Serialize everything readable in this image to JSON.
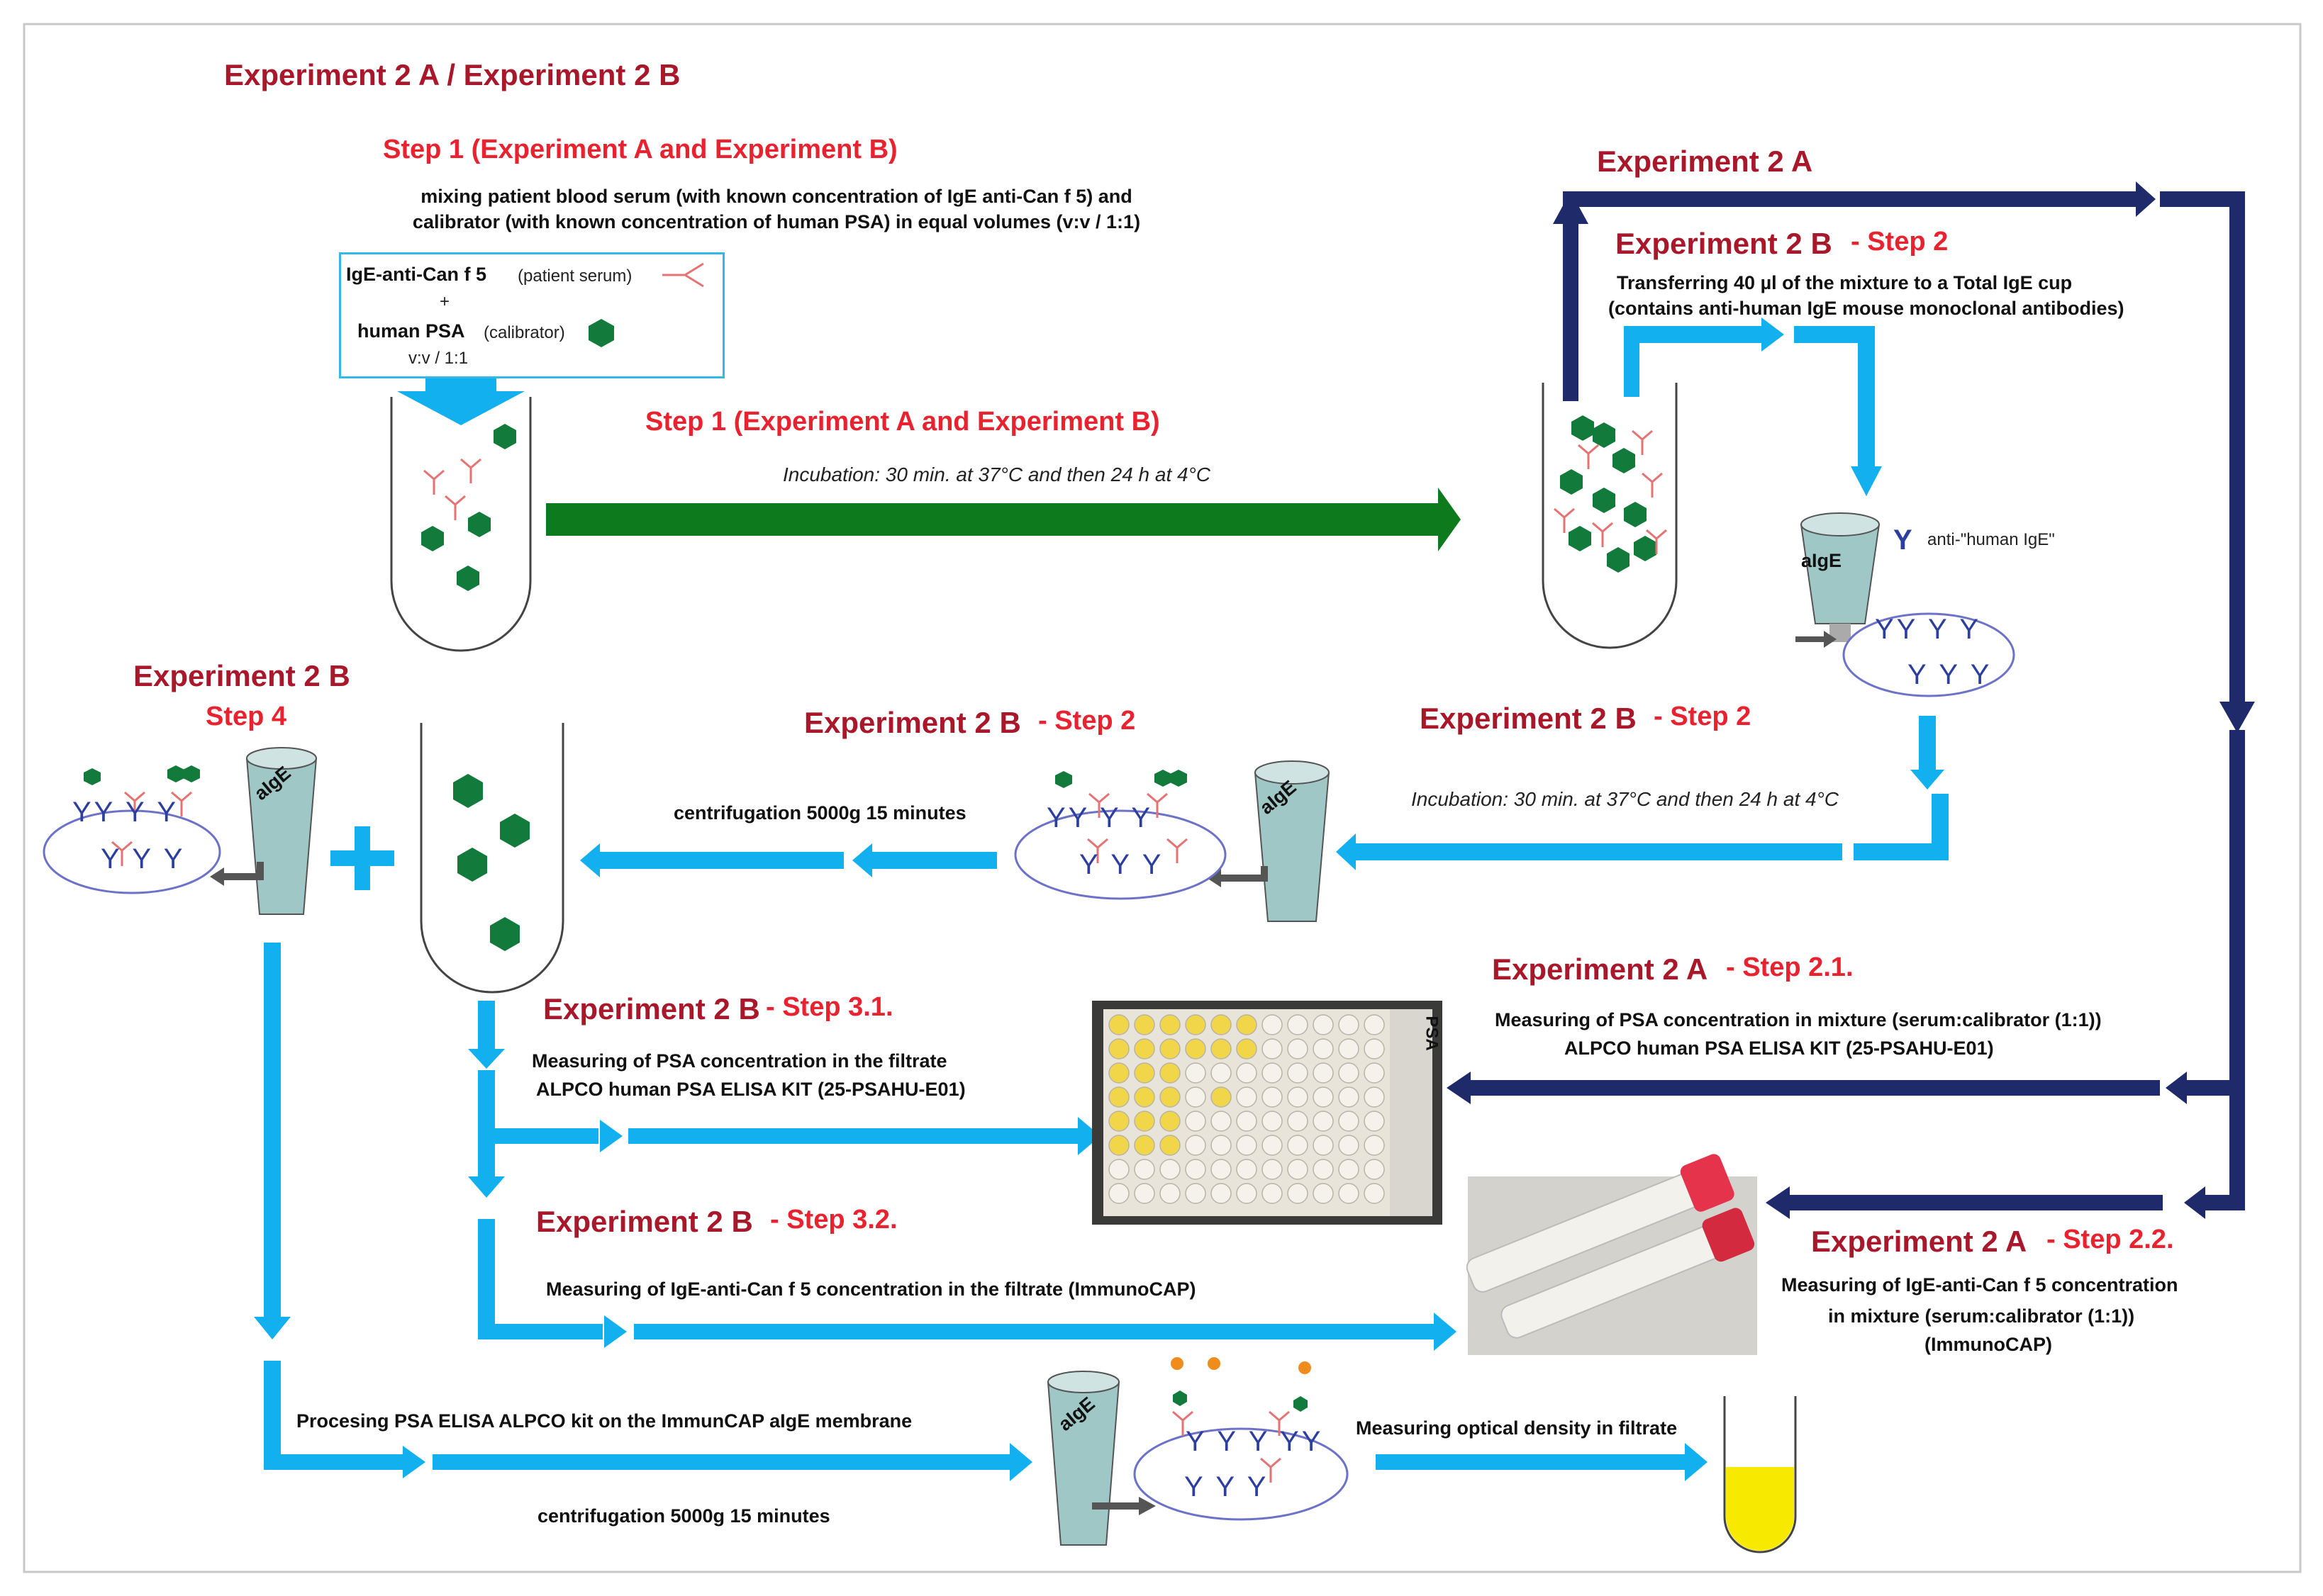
{
  "main_title": "Experiment 2 A / Experiment 2 B",
  "step1_header": "Step 1 (Experiment A and Experiment B)",
  "step1_desc": [
    "mixing patient blood serum (with known concentration of IgE anti-Can f 5) and",
    "calibrator (with known concentration of human PSA) in equal volumes (v:v / 1:1)"
  ],
  "legend": {
    "ige_label": "IgE-anti-Can f 5",
    "ige_note": "(patient serum)",
    "plus": "+",
    "psa_label": "human PSA",
    "psa_note": "(calibrator)",
    "ratio": "v:v / 1:1"
  },
  "step1_arrow_title": "Step 1 (Experiment A and Experiment B)",
  "incubation_text": "Incubation: 30 min. at 37°C and then 24 h at 4°C",
  "exp2a_top": "Experiment 2 A",
  "exp2b_step2_top": {
    "title": "Experiment 2 B",
    "step": "- Step 2"
  },
  "transfer_desc": [
    "Transferring 40 µl  of the mixture to a Total IgE cup",
    "(contains anti-human IgE mouse monoclonal antibodies)"
  ],
  "aige_label": "aIgE",
  "anti_ige_label": "anti-\"human IgE\"",
  "exp2b_step2_right": {
    "title": "Experiment 2 B",
    "step": "- Step 2"
  },
  "incubation_text2": "Incubation: 30 min. at 37°C and then 24 h at 4°C",
  "exp2b_step2_mid": {
    "title": "Experiment 2 B",
    "step": "- Step 2"
  },
  "centrifugation_top": "centrifugation 5000g 15 minutes",
  "exp2b_step4": {
    "title": "Experiment 2 B",
    "step": "Step 4"
  },
  "exp2a_step21": {
    "title": "Experiment 2 A",
    "step": "- Step 2.1."
  },
  "psa_mixture_desc": [
    "Measuring of PSA concentration in mixture (serum:calibrator (1:1))",
    "ALPCO human PSA ELISA KIT (25-PSAHU-E01)"
  ],
  "exp2b_step31": {
    "title": "Experiment 2 B",
    "step": "- Step 3.1."
  },
  "psa_filtrate_desc": [
    "Measuring of PSA concentration in the filtrate",
    "ALPCO human PSA ELISA KIT (25-PSAHU-E01)"
  ],
  "exp2b_step32": {
    "title": "Experiment 2 B",
    "step": "- Step 3.2."
  },
  "ige_filtrate_desc": "Measuring of  IgE-anti-Can f 5 concentration  in the filtrate   (ImmunoCAP)",
  "exp2a_step22": {
    "title": "Experiment 2 A",
    "step": "- Step 2.2."
  },
  "ige_mixture_desc": [
    "Measuring of  IgE-anti-Can f 5 concentration",
    "in mixture (serum:calibrator (1:1))",
    "(ImmunoCAP)"
  ],
  "processing_text": "Procesing PSA ELISA ALPCO kit on the ImmunCAP aIgE membrane",
  "centrifugation_bottom": "centrifugation 5000g 15 minutes",
  "optical_density": "Measuring optical density in filtrate",
  "plate_label": "PSA",
  "colors": {
    "navy": "#1f2a6b",
    "light_blue": "#12b0ef",
    "green_arrow": "#0e7a1e",
    "psa_green": "#127a3a",
    "dark_red": "#a8182a",
    "red": "#e8232f",
    "yellow": "#f7ea00"
  }
}
